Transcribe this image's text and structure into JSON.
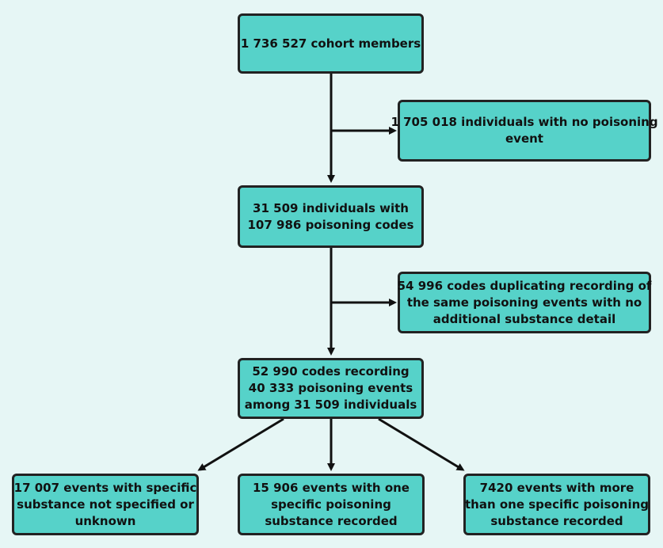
{
  "flowchart": {
    "cohort": {
      "lines": [
        "1 736 527 cohort members"
      ]
    },
    "no_poisoning": {
      "lines": [
        "1 705 018 individuals with no poisoning",
        "event"
      ]
    },
    "with_codes": {
      "lines": [
        "31 509 individuals with",
        "107 986 poisoning codes"
      ]
    },
    "duplicates": {
      "lines": [
        "54 996 codes duplicating recording of",
        "the same poisoning events with no",
        "additional substance detail"
      ]
    },
    "events": {
      "lines": [
        "52 990 codes recording",
        "40 333 poisoning events",
        "among 31 509 individuals"
      ]
    },
    "unspecified": {
      "lines": [
        "17 007 events with specific",
        "substance not specified or",
        "unknown"
      ]
    },
    "one_substance": {
      "lines": [
        "15 906 events with one",
        "specific poisoning",
        "substance recorded"
      ]
    },
    "multi_substance": {
      "lines": [
        "7420 events with more",
        "than one specific poisoning",
        "substance recorded"
      ]
    }
  },
  "colors": {
    "box_fill": "#56d2c9",
    "border": "#222222",
    "background": "#e6f6f5"
  }
}
